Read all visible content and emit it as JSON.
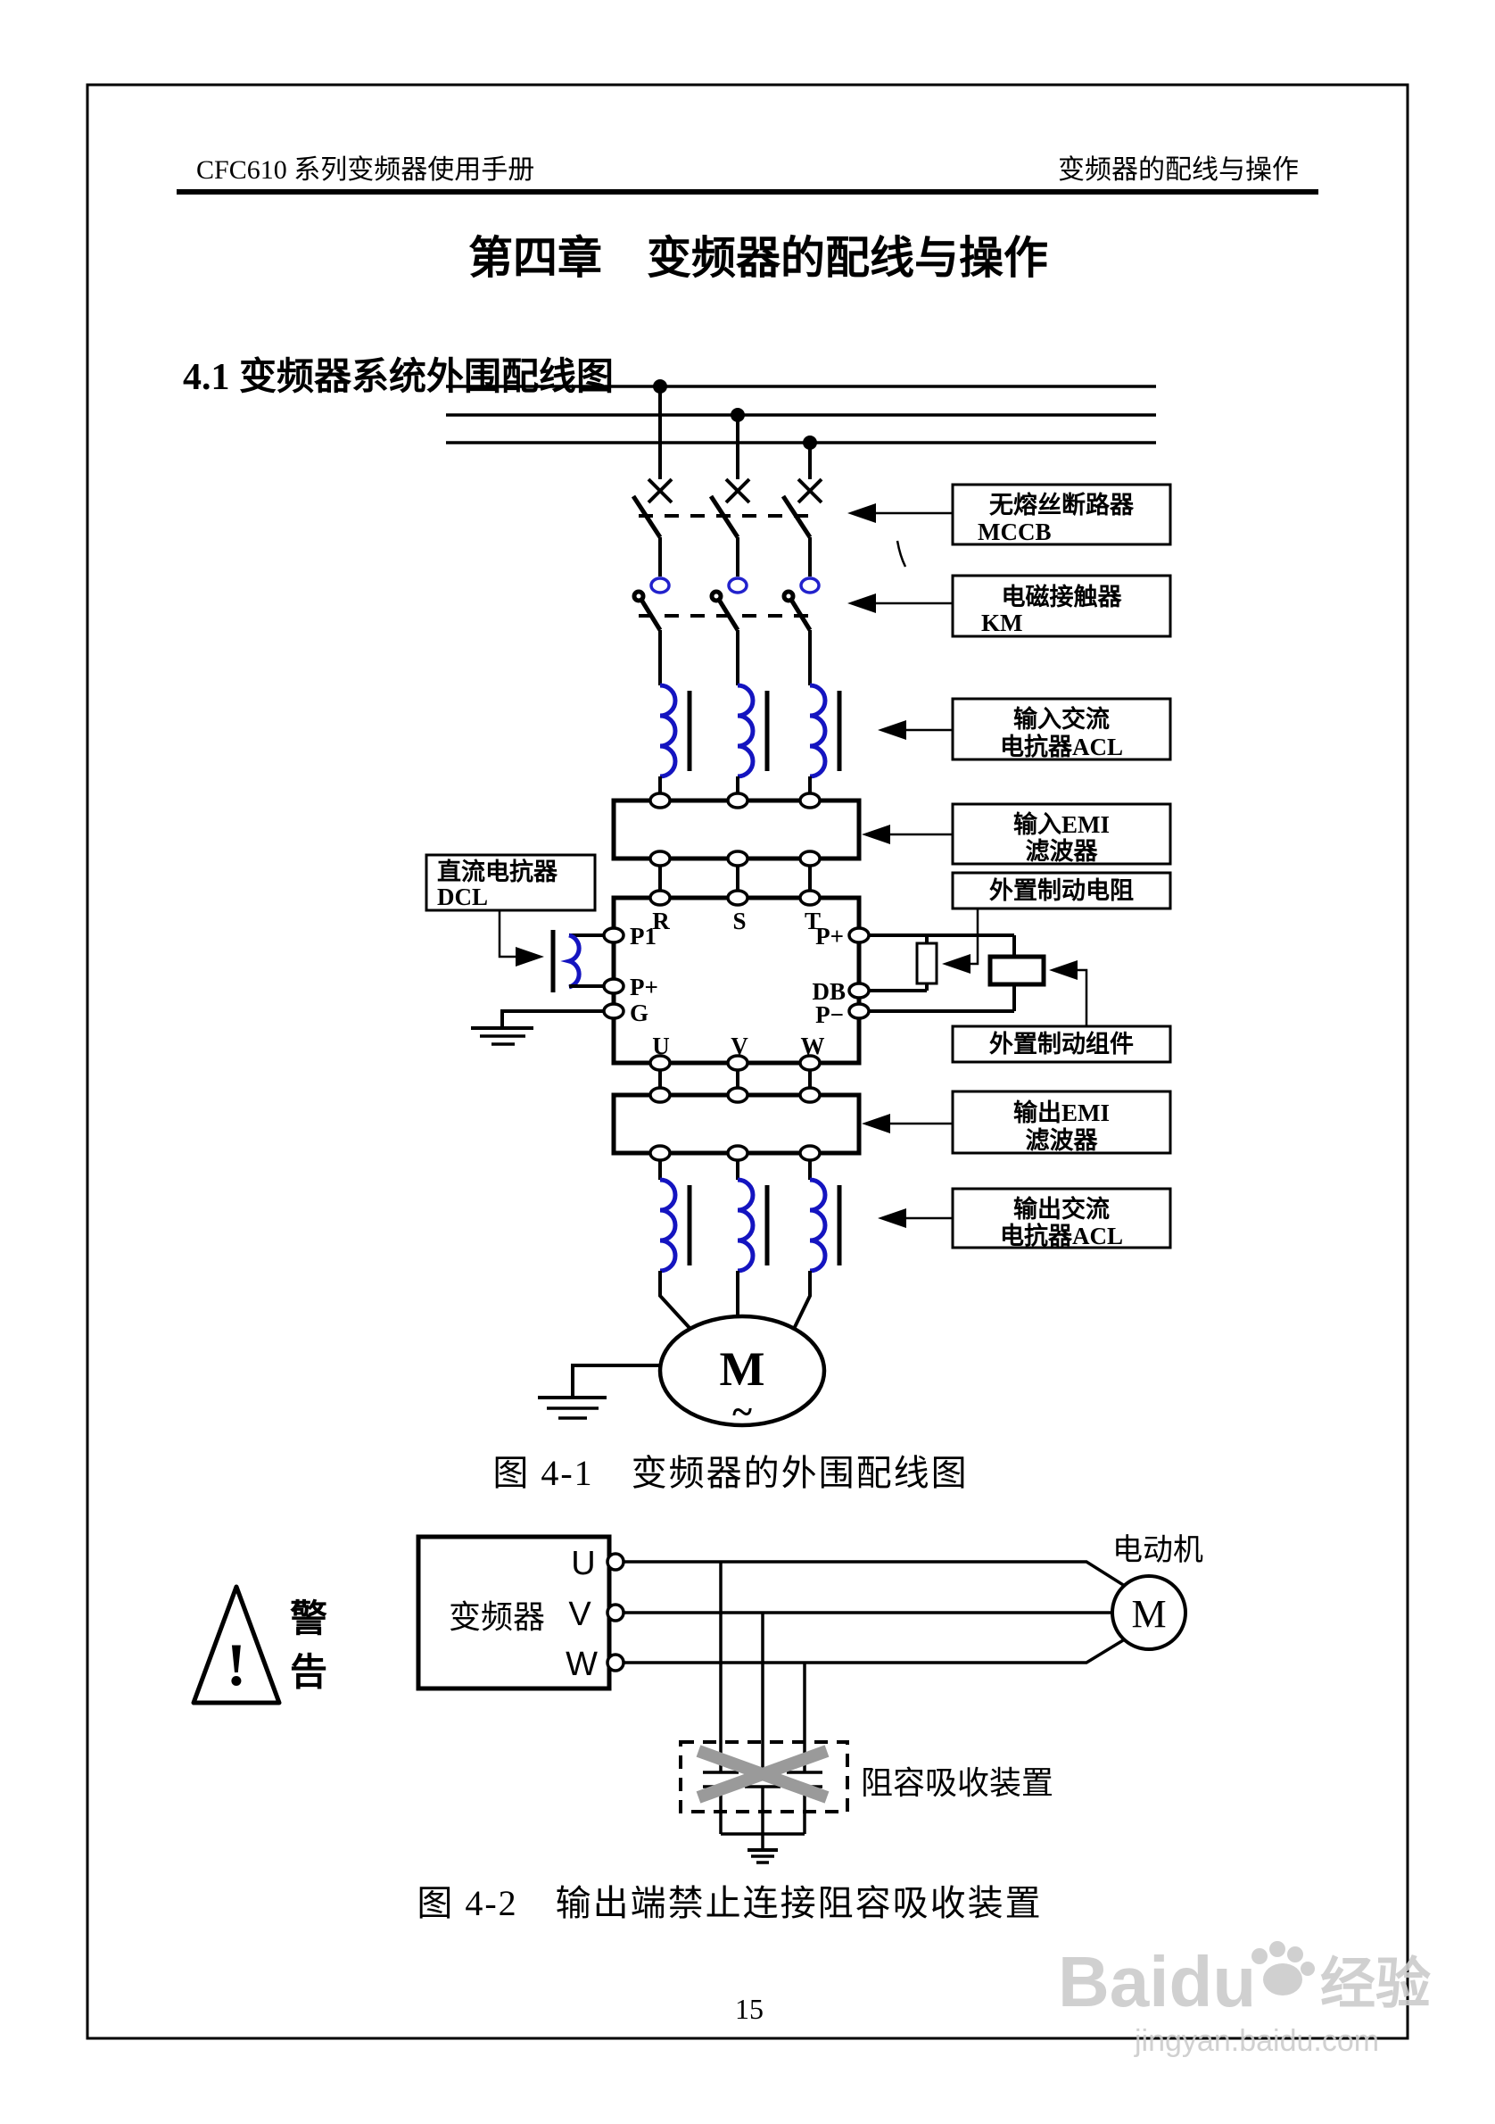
{
  "page": {
    "number": "15"
  },
  "header": {
    "left": "CFC610 系列变频器使用手册",
    "right": "变频器的配线与操作"
  },
  "titles": {
    "chapter": "第四章　变频器的配线与操作",
    "section": "4.1 变频器系统外围配线图"
  },
  "fig1": {
    "caption": "图 4-1　变频器的外围配线图",
    "boxes": {
      "mccb": {
        "line1": "无熔丝断路器",
        "line2": "MCCB"
      },
      "km": {
        "line1": "电磁接触器",
        "line2": "KM"
      },
      "acl_in": {
        "line1": "输入交流",
        "line2": "电抗器ACL"
      },
      "emi_in": {
        "line1": "输入EMI",
        "line2": "滤波器"
      },
      "dcl": {
        "line1": "直流电抗器",
        "line2": "DCL"
      },
      "brake_resistor": "外置制动电阻",
      "brake_unit": "外置制动组件",
      "emi_out": {
        "line1": "输出EMI",
        "line2": "滤波器"
      },
      "acl_out": {
        "line1": "输出交流",
        "line2": "电抗器ACL"
      }
    },
    "terminals": {
      "r": "R",
      "s": "S",
      "t": "T",
      "p1": "P1",
      "p_plus_left": "P+",
      "g": "G",
      "p_plus_right": "P+",
      "db": "DB",
      "p_minus": "P−",
      "u": "U",
      "v": "V",
      "w": "W"
    },
    "motor": {
      "letter": "M",
      "tilde": "~"
    }
  },
  "fig2": {
    "caption": "图 4-2　输出端禁止连接阻容吸收装置",
    "warning": {
      "char1": "警",
      "char2": "告",
      "exclamation": "!"
    },
    "inverter_label": "变频器",
    "terminals": {
      "u": "U",
      "v": "V",
      "w": "W"
    },
    "motor_title": "电动机",
    "motor_letter": "M",
    "rc_label": "阻容吸收装置"
  },
  "watermark": {
    "brand": "Baidu",
    "brand_suffix": "经验",
    "url": "jingyan.baidu.com"
  },
  "colors": {
    "coil_blue": "#1414c0",
    "contact_blue": "#2222cc",
    "cross_gray": "#9a9a9a",
    "watermark_gray": "#cccccc"
  }
}
